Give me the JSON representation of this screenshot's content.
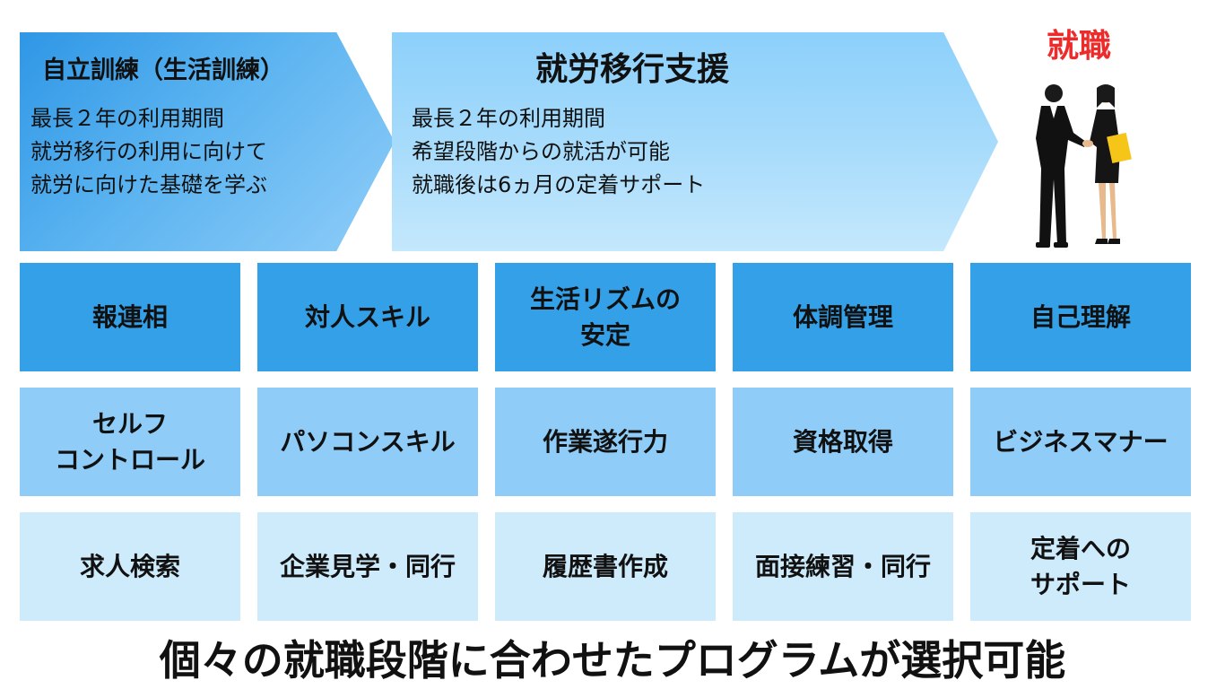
{
  "stages": {
    "independence_training": {
      "title": "自立訓練（生活訓練）",
      "lines": [
        "最長２年の利用期間",
        "就労移行の利用に向けて",
        "就労に向けた基礎を学ぶ"
      ]
    },
    "employment_transition": {
      "title": "就労移行支援",
      "lines": [
        "最長２年の利用期間",
        "希望段階からの就活が可能",
        "就職後は6ヵ月の定着サポート"
      ]
    },
    "goal": {
      "label": "就職"
    }
  },
  "skills_grid": {
    "rows": [
      [
        "報連相",
        "対人スキル",
        "生活リズムの\n安定",
        "体調管理",
        "自己理解"
      ],
      [
        "セルフ\nコントロール",
        "パソコンスキル",
        "作業遂行力",
        "資格取得",
        "ビジネスマナー"
      ],
      [
        "求人検索",
        "企業見学・同行",
        "履歴書作成",
        "面接練習・同行",
        "定着への\nサポート"
      ]
    ]
  },
  "footer": "個々の就職段階に合わせたプログラムが選択可能",
  "colors": {
    "row_1": "#34a0e8",
    "row_2": "#8fcdf8",
    "row_3": "#cdebfb",
    "goal_text": "#ee2b2b"
  }
}
